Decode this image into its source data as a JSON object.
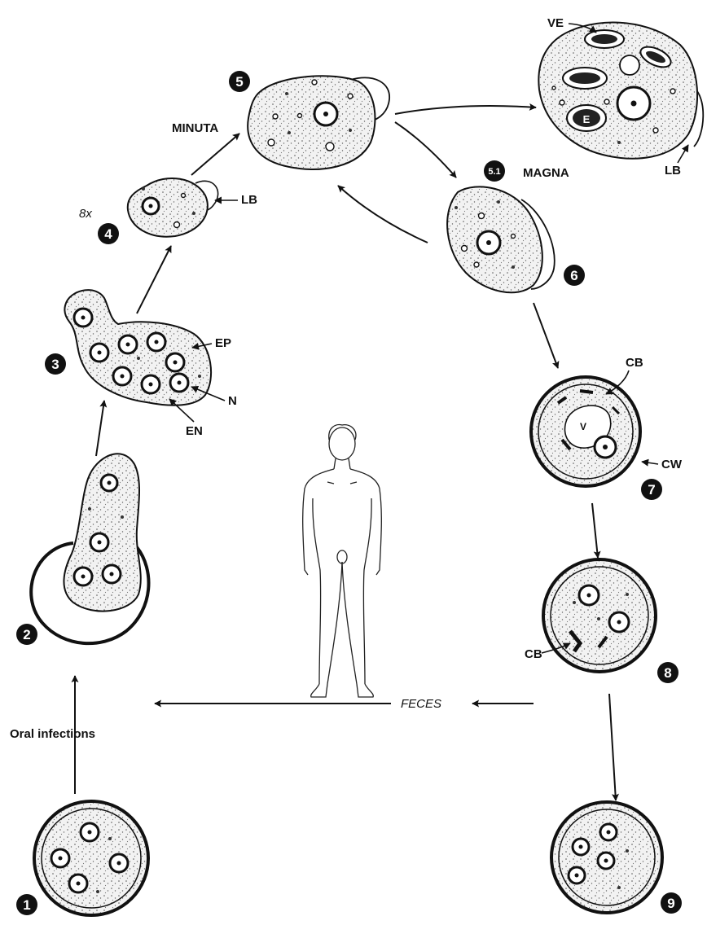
{
  "labels": {
    "minuta": "MINUTA",
    "magna": "MAGNA",
    "ve": "VE",
    "lb": "LB",
    "e": "E",
    "ep": "EP",
    "n": "N",
    "en": "EN",
    "cb": "CB",
    "cw": "CW",
    "v": "V",
    "magnification": "8x",
    "oral_infections": "Oral infections",
    "feces": "FECES"
  },
  "stages": [
    "1",
    "2",
    "3",
    "4",
    "5",
    "5.1",
    "6",
    "7",
    "8",
    "9"
  ],
  "colors": {
    "ink": "#111111",
    "background": "#ffffff"
  }
}
